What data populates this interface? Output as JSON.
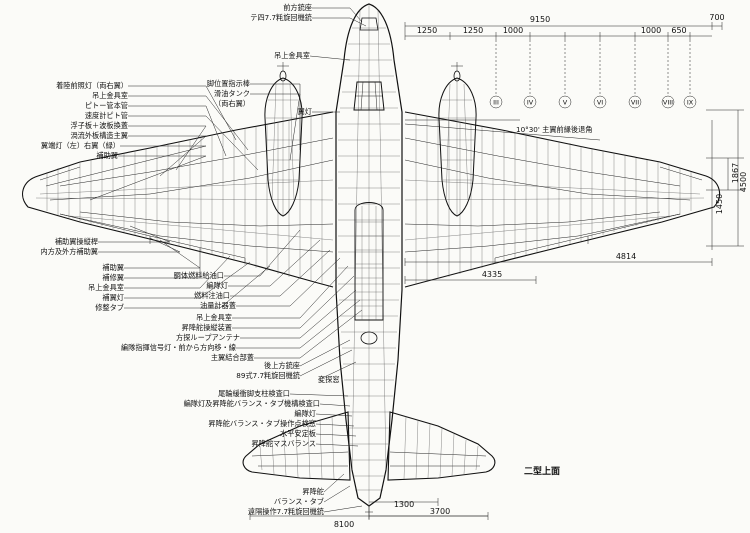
{
  "title": "二型上面",
  "dimensions": {
    "span_right": "9150",
    "tip": "700",
    "seg_1250a": "1250",
    "seg_1250b": "1250",
    "seg_1000a": "1000",
    "seg_1000b": "1000",
    "seg_650": "650",
    "chord_1867": "1867",
    "chord_1450": "1450",
    "chord_4500": "4500",
    "d_4814": "4814",
    "d_4335": "4335",
    "tail_span": "8100",
    "tail_1300": "1300",
    "tail_3700": "3700"
  },
  "stations": [
    "III",
    "IV",
    "V",
    "VI",
    "VII",
    "VIII",
    "IX"
  ],
  "sweep_note": "10°30' 主翼前縁後退角",
  "labels_left": [
    "着陸前照灯（両右翼）",
    "吊上金具室",
    "ピトー管本管",
    "速度計ピト管",
    "浮子板＋波板換蓋",
    "渦流外板構造主翼",
    "翼端灯（左）右翼（緑）",
    "補助翼",
    "補助翼操縦桿",
    "内方及外方補助翼",
    "補助翼",
    "補修翼",
    "吊上金具室",
    "補翼灯",
    "修整タブ"
  ],
  "labels_center": [
    "前方銃座",
    "テ四7.7粍旋回機銃",
    "吊上金具室",
    "脚位置指示棒",
    "滑油タンク",
    "（両右翼）",
    "翼灯",
    "胴体燃料給油口",
    "編隊灯",
    "燃料注油口",
    "油量計器蓋",
    "吊上金具室",
    "昇降舵操縦装置",
    "方探ループアンテナ",
    "編隊指揮信号灯・前から方向移・線",
    "主翼結合部蓋",
    "後上方銃座",
    "89式7.7粍旋回機銃",
    "変探窓",
    "尾輪緩衝脚支柱検査口",
    "編隊灯及昇降舵バランス・タブ機構検査口",
    "編隊灯",
    "昇降舵バランス・タブ操作点検窓",
    "水平安定板",
    "昇降舵マスバランス"
  ],
  "labels_bottom": [
    "昇降舵",
    "バランス・タブ",
    "遠隔操作7.7粍旋回機銃"
  ]
}
